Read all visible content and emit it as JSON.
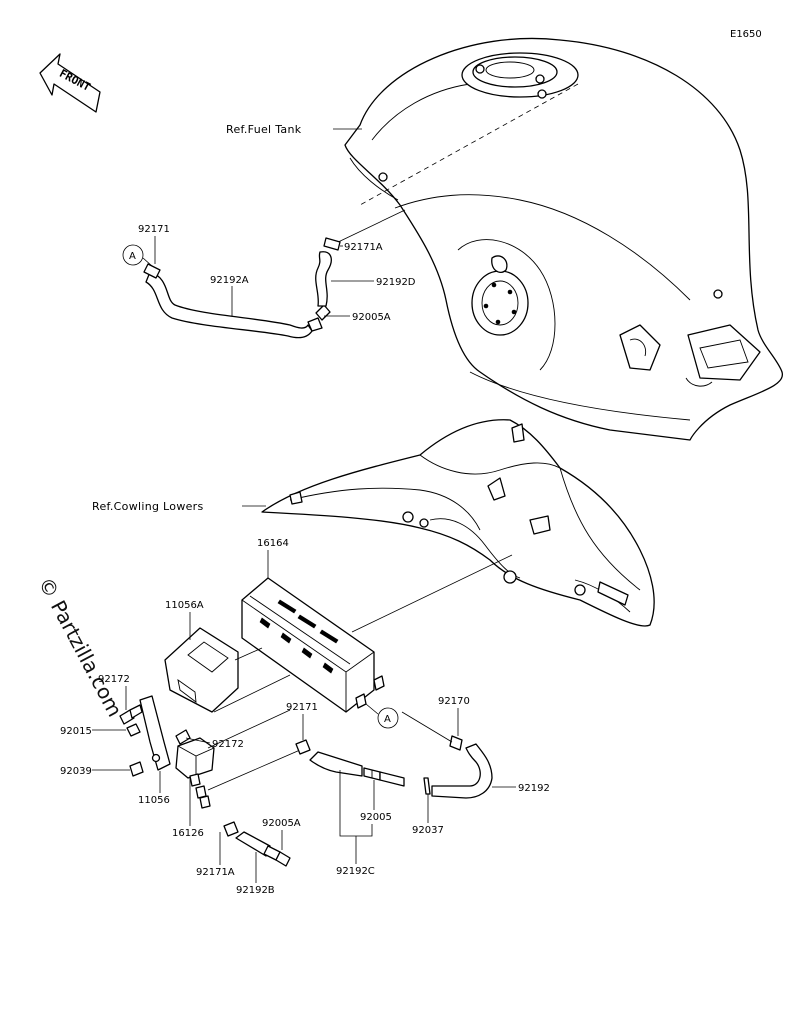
{
  "diagram_code": "E1650",
  "watermark": "© Partzilla.com",
  "front_label": "FRONT",
  "reference_labels": {
    "fuel_tank": "Ref.Fuel Tank",
    "cowling": "Ref.Cowling Lowers"
  },
  "parts": {
    "p92171_top": "92171",
    "p92192A": "92192A",
    "p92171A_top": "92171A",
    "p92192D": "92192D",
    "p92005A_top": "92005A",
    "p16164": "16164",
    "p11056A": "11056A",
    "p92172_a": "92172",
    "p92015": "92015",
    "p92172_b": "92172",
    "p92039": "92039",
    "p11056": "11056",
    "p16126": "16126",
    "p92171_mid": "92171",
    "p92170": "92170",
    "p92192": "92192",
    "p92005": "92005",
    "p92037": "92037",
    "p92192C": "92192C",
    "p92005A_bot": "92005A",
    "p92171A_bot": "92171A",
    "p92192B": "92192B"
  },
  "callouts": {
    "a_left": "A",
    "a_mid": "A"
  }
}
